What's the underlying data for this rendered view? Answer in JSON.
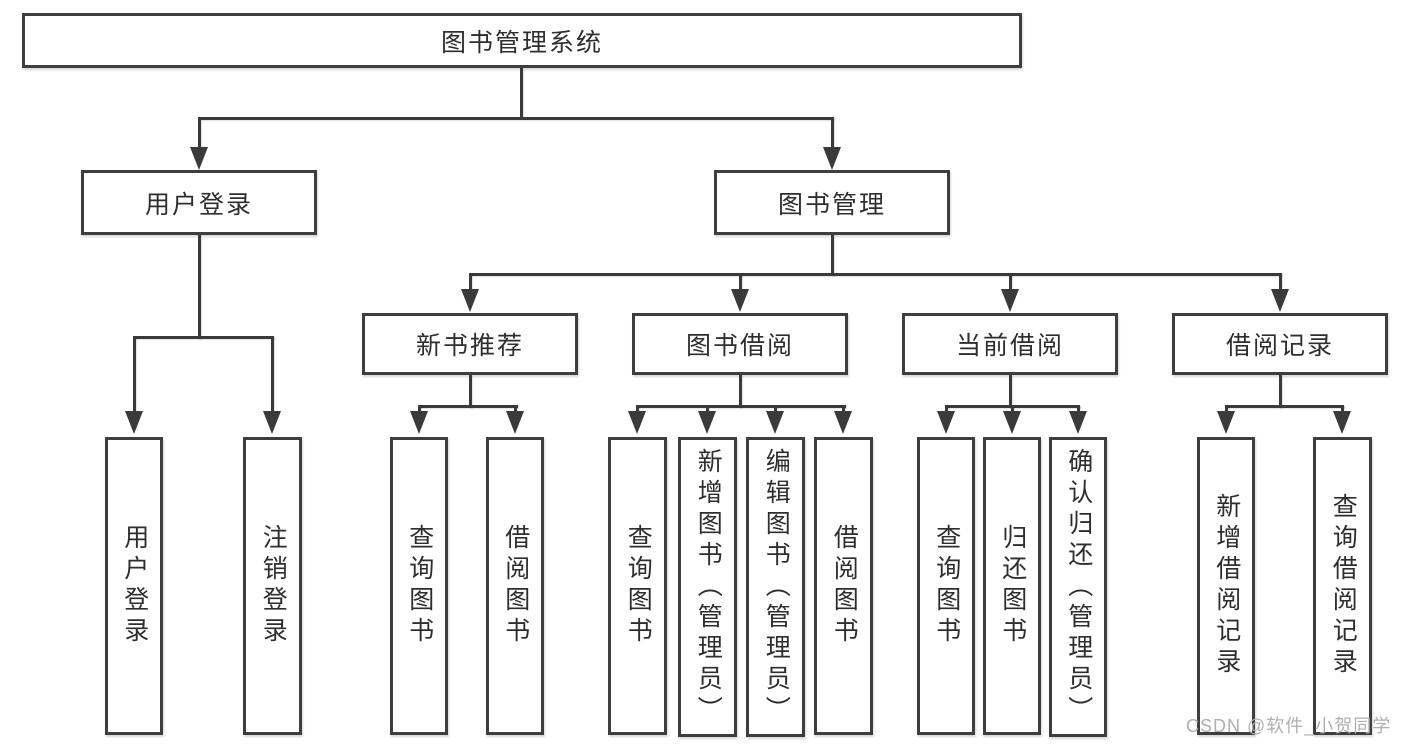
{
  "colors": {
    "line": "#3a3a3a",
    "border": "#3e3e3e",
    "text": "#2e2e2e",
    "canvas": "#ffffff",
    "watermark": "#b0b0b0"
  },
  "watermark": {
    "text": "CSDN @软件_小贺同学"
  },
  "diagram": {
    "root": {
      "label": "图书管理系统"
    },
    "branches": [
      {
        "label": "用户登录",
        "children": [
          "用户登录",
          "注销登录"
        ]
      },
      {
        "label": "图书管理",
        "groups": [
          {
            "label": "新书推荐",
            "children": [
              "查询图书",
              "借阅图书"
            ]
          },
          {
            "label": "图书借阅",
            "children": [
              "查询图书",
              "新增图书（管理员）",
              "编辑图书（管理员）",
              "借阅图书"
            ]
          },
          {
            "label": "当前借阅",
            "children": [
              "查询图书",
              "归还图书",
              "确认归还（管理员）"
            ]
          },
          {
            "label": "借阅记录",
            "children": [
              "新增借阅记录",
              "查询借阅记录"
            ]
          }
        ]
      }
    ]
  }
}
